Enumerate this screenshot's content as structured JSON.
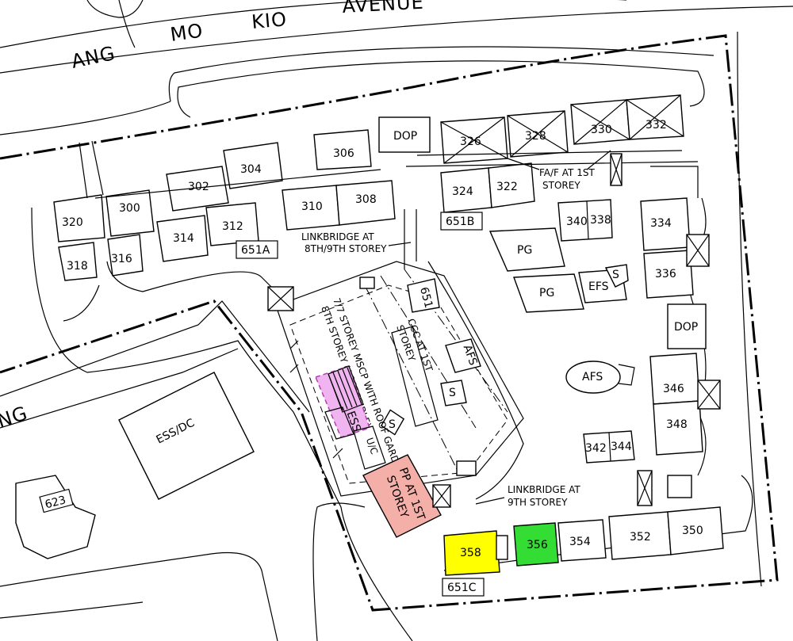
{
  "road": {
    "words": [
      "ANG",
      "MO",
      "KIO",
      "AVENUE"
    ],
    "edge_label": "NG"
  },
  "courts": {
    "a": "651A",
    "b": "651B",
    "c": "651C",
    "mscp_tag": "651",
    "nearby": "623"
  },
  "blocks": {
    "b300": "300",
    "b302": "302",
    "b304": "304",
    "b306": "306",
    "b308": "308",
    "b310": "310",
    "b312": "312",
    "b314": "314",
    "b316": "316",
    "b318": "318",
    "b320": "320",
    "b322": "322",
    "b324": "324",
    "b326": "326",
    "b328": "328",
    "b330": "330",
    "b332": "332",
    "b334": "334",
    "b336": "336",
    "b338": "338",
    "b340": "340",
    "b342": "342",
    "b344": "344",
    "b346": "346",
    "b348": "348",
    "b350": "350",
    "b352": "352",
    "b354": "354",
    "b356": "356",
    "b358": "358"
  },
  "facilities": {
    "dop": "DOP",
    "pg": "PG",
    "efs": "EFS",
    "afs": "AFS",
    "s": "S",
    "ess": "ESS",
    "uc": "U/C",
    "ess_dc": "ESS/DC"
  },
  "annotations": {
    "linkbridge_1": "LINKBRIDGE AT",
    "linkbridge_2": "8TH/9TH STOREY",
    "linkbridge9_1": "LINKBRIDGE AT",
    "linkbridge9_2": "9TH STOREY",
    "faf_1": "FA/F AT 1ST",
    "faf_2": "STOREY",
    "mscp_1": "7/7 STOREY MSCP WITH ROOF GARDEN AT",
    "mscp_2": "8TH STOREY (ACCESSIBLE)",
    "ccc_1": "CCC AT 1ST",
    "ccc_2": "STOREY",
    "pp_1": "PP AT 1ST",
    "pp_2": "STOREY"
  },
  "highlight_colors": {
    "yellow": "#ffff00",
    "green": "#33dd33",
    "pink": "#f4b0a8",
    "violet": "#f0b4f0"
  }
}
